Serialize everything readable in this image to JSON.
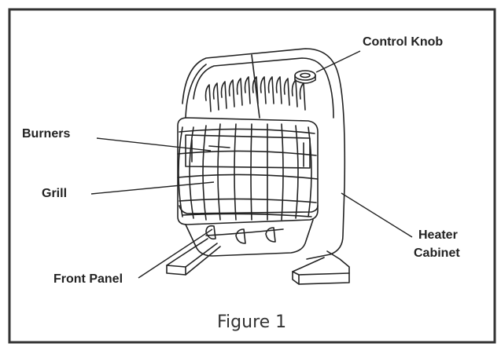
{
  "figure": {
    "caption": "Figure 1",
    "labels": {
      "control_knob": "Control Knob",
      "burners": "Burners",
      "grill": "Grill",
      "heater_cabinet_line1": "Heater",
      "heater_cabinet_line2": "Cabinet",
      "front_panel": "Front Panel"
    }
  }
}
